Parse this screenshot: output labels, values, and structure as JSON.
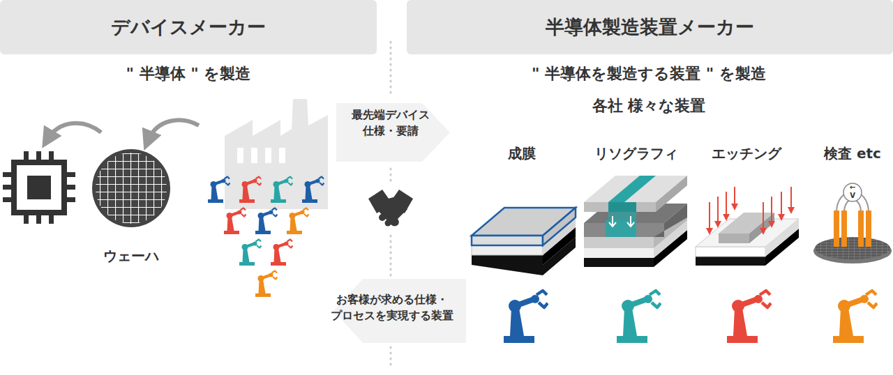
{
  "diagram": {
    "nodes": [
      {
        "text": [
          "デバイスメーカー"
        ]
      },
      {
        "text": [
          "半導体製造装置メーカー"
        ]
      }
    ],
    "labels": [
      "\" 半導体 \" を製造",
      "ウェーハ",
      "最先端デバイス 仕様・要請",
      "お客様が求める仕様・ プロセスを実現する装置",
      "\" 半導体を製造する装置 \" を製造",
      "各社 様々な装置",
      "成膜",
      "リソグラフィ",
      "エッチング",
      "検査 etc",
      "←",
      "V"
    ]
  }
}
